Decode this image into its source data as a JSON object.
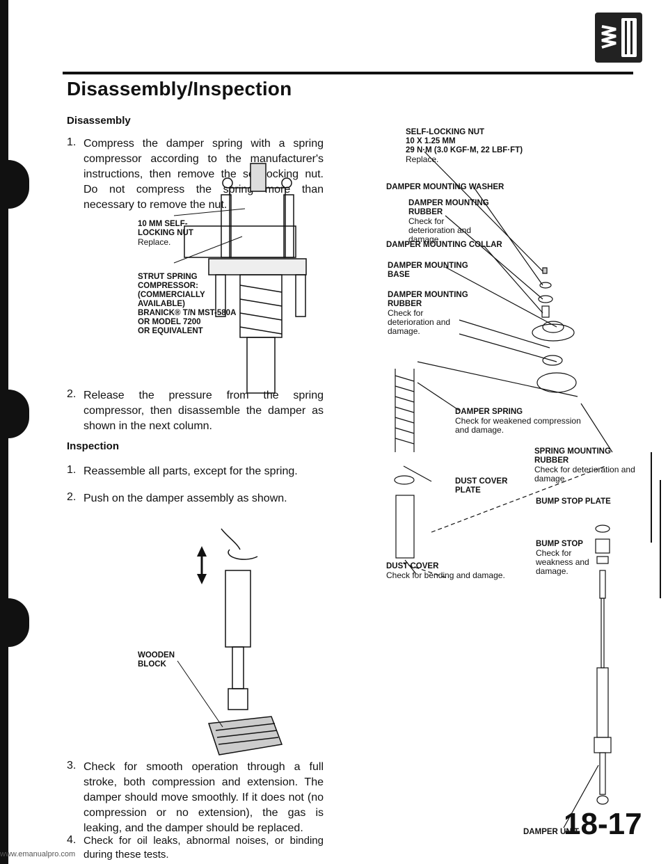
{
  "title": "Disassembly/Inspection",
  "page_number": "18-17",
  "source_url": "www.emanualpro.com",
  "disassembly": {
    "heading": "Disassembly",
    "step1": "Compress the damper spring with a spring compressor according to the manufacturer's instructions, then remove the self-locking nut. Do not compress the spring more than necessary to remove the nut.",
    "step2": "Release the pressure from the spring compressor, then disassemble the damper as shown in the next column."
  },
  "compressor_figure": {
    "nut_label": "10 mm SELF-LOCKING NUT",
    "nut_note": "Replace.",
    "compressor_label": "STRUT SPRING COMPRESSOR:",
    "compressor_note1": "(Commercially available)",
    "compressor_note2": "BRANICK® T/N MST-580A",
    "compressor_note3": "or Model 7200",
    "compressor_note4": "or equivalent"
  },
  "inspection": {
    "heading": "Inspection",
    "step1": "Reassemble all parts, except for the spring.",
    "step2": "Push on the damper assembly as shown.",
    "step3": "Check for smooth operation through a full stroke, both compression and extension. The damper should move smoothly. If it does not (no compression or no extension), the gas is leaking, and the damper should be replaced.",
    "step4": "Check for oil leaks, abnormal noises, or binding during these tests."
  },
  "press_figure": {
    "block_label": "WOODEN BLOCK"
  },
  "exploded": {
    "nut": "SELF-LOCKING NUT",
    "nut_size": "10 x 1.25 mm",
    "nut_torque": "29 N·m (3.0 kgf·m, 22 lbf·ft)",
    "nut_note": "Replace.",
    "washer": "DAMPER MOUNTING WASHER",
    "rubber1": "DAMPER MOUNTING RUBBER",
    "rubber1_note": "Check for deterioration and damage.",
    "collar": "DAMPER MOUNTING COLLAR",
    "base": "DAMPER MOUNTING BASE",
    "rubber2": "DAMPER MOUNTING RUBBER",
    "rubber2_note": "Check for deterioration and damage.",
    "spring": "DAMPER SPRING",
    "spring_note": "Check for weakened compression and damage.",
    "spring_rubber": "SPRING MOUNTING RUBBER",
    "spring_rubber_note": "Check for deterioration and damage.",
    "dust_plate": "DUST COVER PLATE",
    "bump_plate": "BUMP STOP PLATE",
    "bump_stop": "BUMP STOP",
    "bump_stop_note": "Check for weakness and damage.",
    "dust_cover": "DUST COVER",
    "dust_cover_note": "Check for bending and damage.",
    "unit": "DAMPER UNIT"
  }
}
